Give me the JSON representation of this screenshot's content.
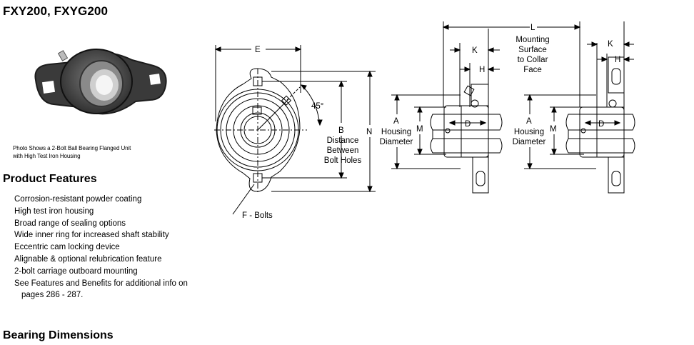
{
  "page": {
    "title": "FXY200, FXYG200",
    "photo_caption_line1": "Photo Shows a 2-Bolt Ball Bearing Flanged Unit",
    "photo_caption_line2": "with High Test Iron Housing"
  },
  "features": {
    "heading": "Product Features",
    "items": [
      "Corrosion-resistant powder coating",
      "High test iron housing",
      "Broad range of sealing options",
      "Wide inner ring for increased shaft stability",
      "Eccentric cam locking device",
      "Alignable & optional relubrication feature",
      "2-bolt carriage outboard mounting"
    ],
    "last_item_line1": "See Features and Benefits for additional info on",
    "last_item_line2": "pages 286 - 287."
  },
  "dimensions": {
    "heading": "Bearing Dimensions"
  },
  "diagram": {
    "labels": {
      "E": "E",
      "angle": "45°",
      "B": "B",
      "B_desc_1": "Distance",
      "B_desc_2": "Between",
      "B_desc_3": "Bolt Holes",
      "N": "N",
      "F": "F - Bolts",
      "L": "L",
      "K": "K",
      "H": "H",
      "mount_1": "Mounting",
      "mount_2": "Surface",
      "mount_3": "to Collar",
      "mount_4": "Face",
      "A": "A",
      "housing_1": "Housing",
      "housing_2": "Diameter",
      "M": "M",
      "D": "D"
    }
  }
}
